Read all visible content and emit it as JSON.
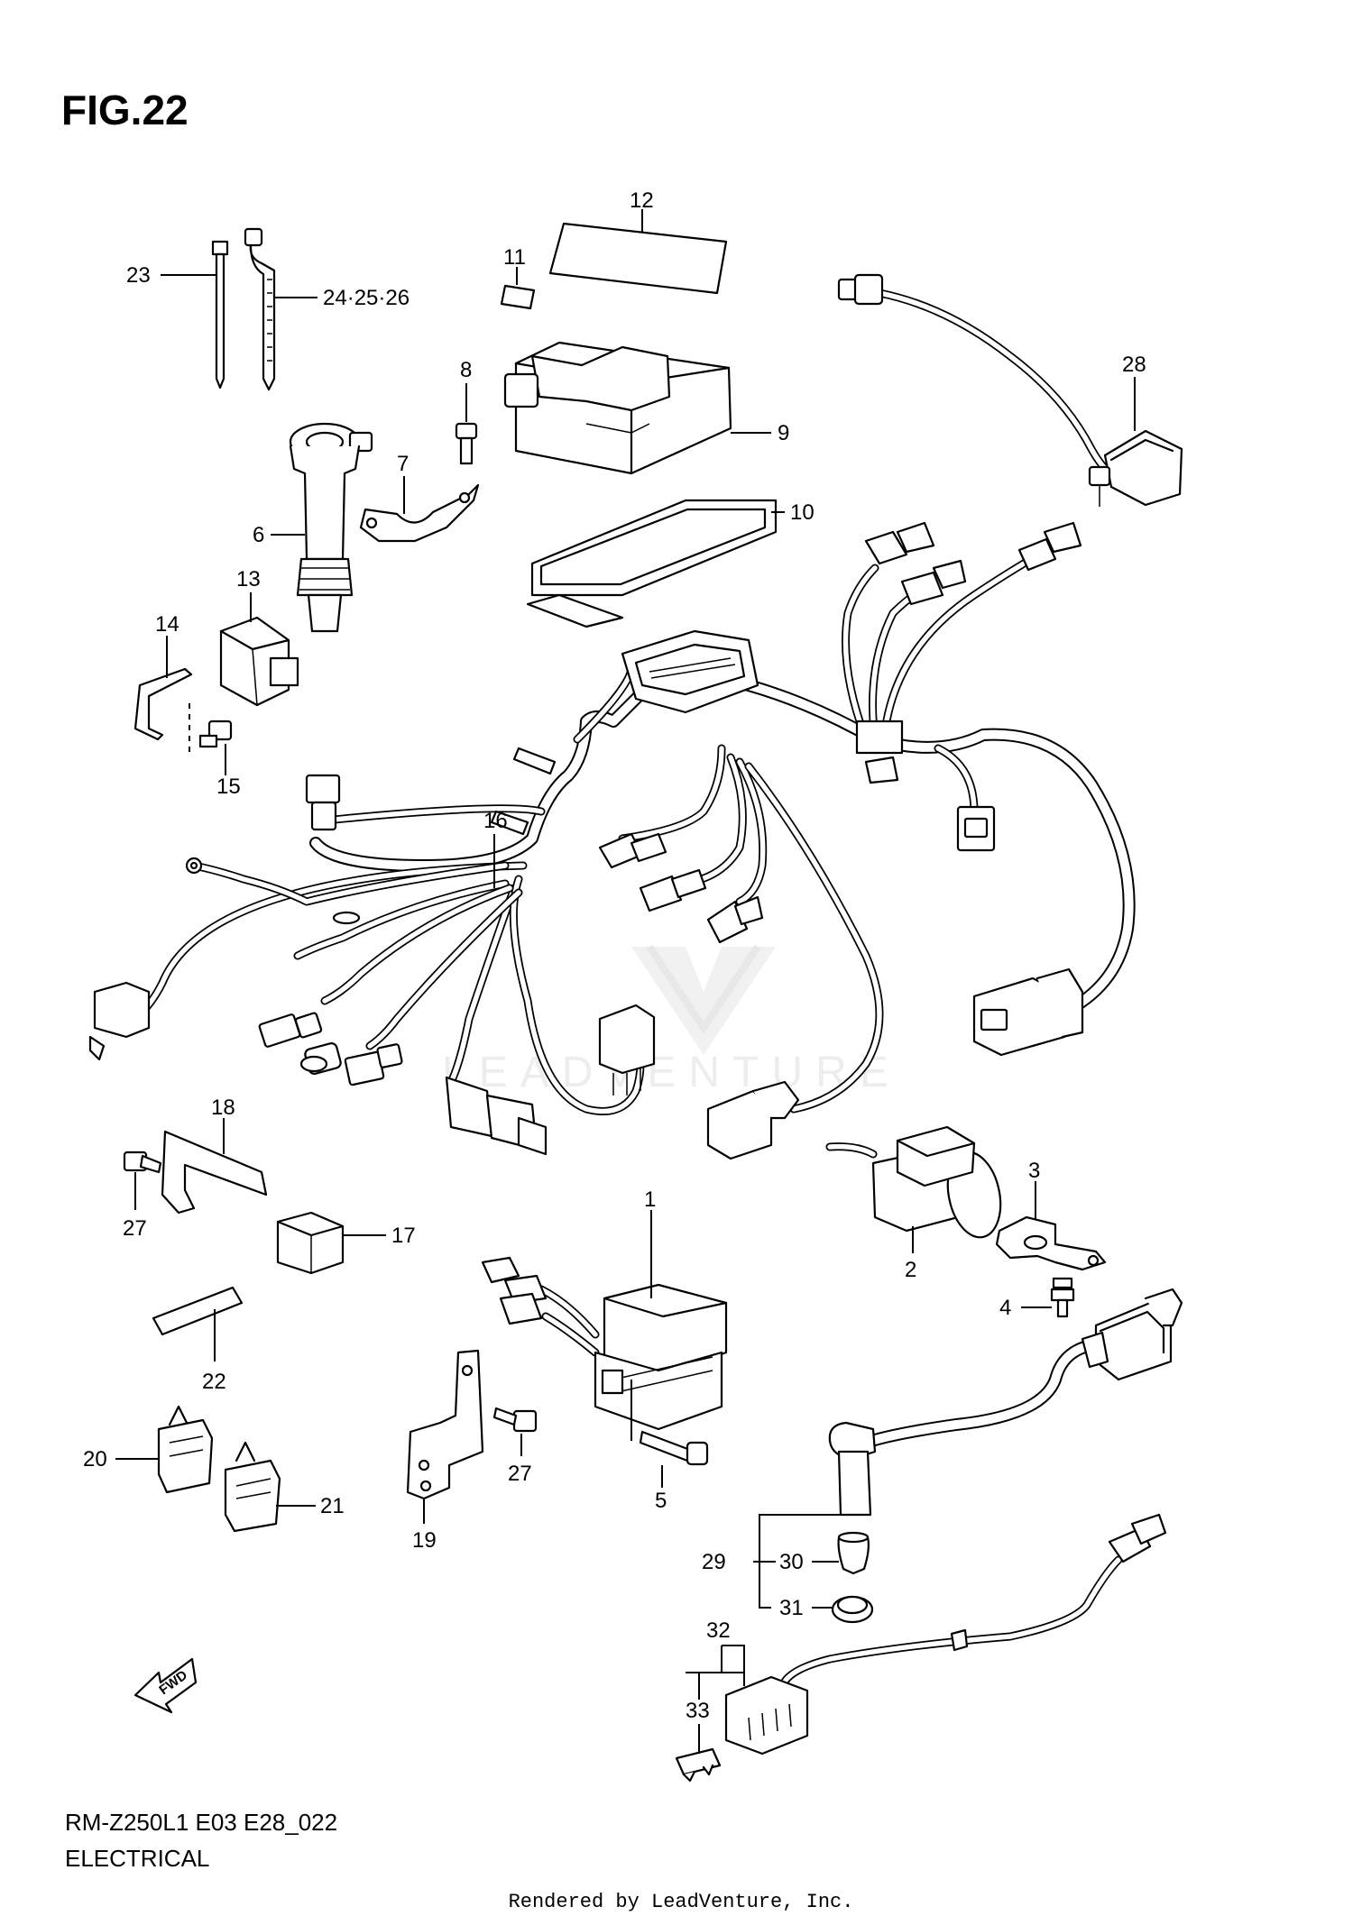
{
  "figure": {
    "title": "FIG.22",
    "model_code": "RM-Z250L1 E03 E28_022",
    "section": "ELECTRICAL",
    "footer": "Rendered by LeadVenture, Inc.",
    "watermark": "LEADVENTURE",
    "fwd_label": "FWD"
  },
  "callouts": [
    "1",
    "2",
    "3",
    "4",
    "5",
    "6",
    "7",
    "8",
    "9",
    "10",
    "11",
    "12",
    "13",
    "14",
    "15",
    "16",
    "17",
    "18",
    "19",
    "20",
    "21",
    "22",
    "23",
    "24·25·26",
    "27",
    "27",
    "28",
    "29",
    "30",
    "31",
    "32",
    "33"
  ]
}
